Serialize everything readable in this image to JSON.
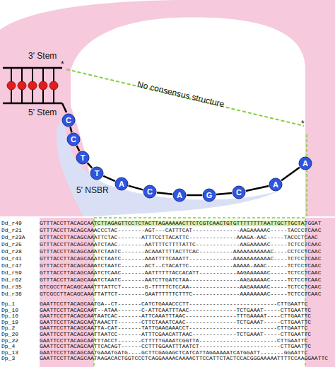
{
  "diagram": {
    "nodes": [
      {
        "text": [
          "C"
        ]
      },
      {
        "text": [
          "C"
        ]
      },
      {
        "text": [
          "T"
        ]
      },
      {
        "text": [
          "T"
        ]
      },
      {
        "text": [
          "A"
        ]
      },
      {
        "text": [
          "C"
        ]
      },
      {
        "text": [
          "A"
        ]
      },
      {
        "text": [
          "G"
        ]
      },
      {
        "text": [
          "C"
        ]
      },
      {
        "text": [
          "A"
        ]
      },
      {
        "text": [
          "A"
        ]
      }
    ],
    "edges": [
      {
        "from": 0,
        "to": 1,
        "arrow": "none"
      },
      {
        "from": 1,
        "to": 2,
        "arrow": "none"
      },
      {
        "from": 2,
        "to": 3,
        "arrow": "none"
      },
      {
        "from": 3,
        "to": 4,
        "arrow": "none"
      },
      {
        "from": 4,
        "to": 5,
        "arrow": "none"
      },
      {
        "from": 5,
        "to": 6,
        "arrow": "none"
      },
      {
        "from": 6,
        "to": 7,
        "arrow": "none"
      },
      {
        "from": 7,
        "to": 8,
        "arrow": "none"
      },
      {
        "from": 8,
        "to": 9,
        "arrow": "none"
      },
      {
        "from": 9,
        "to": 10,
        "arrow": "none"
      }
    ],
    "labels": [
      "3' Stem",
      "5' Stem",
      "No consensus structure",
      "5' NSBR",
      "*",
      "*",
      "Dd_r49",
      "GTTTACCTTACAGCAATCTTAGAGTTCCTCTACTTAGAAAAACTTCTCGTCAACTGTGTTTTTTTTAATTGCTTGCTATGGAT",
      "Dd_r21",
      "GTTTACCTTACAGCAAACCCTAC--------AGT---CATTTCAT--------------AAGAAAAAC-----TACCCTCAAC",
      "Dd_r23A",
      "GTTTACCTTACAGCAAATTCTAC-------ATTTCCTTACATTC--------------AAAGA-AAC-----TACCCTCAAC",
      "Dd_r25",
      "GTTTACCTTACAGCAAATCTAAC--------AATTTTCTTTTATTC-------------AAGAAAAAC-----TCTCCTCAAC",
      "Dd_r28",
      "GTTTACCTTACAGCAAATCTAATC-------ACAAATTTTACTTCAC----------AAAAAAAAAAAC----CCTCCTCAAC",
      "Dd_r41",
      "GTTTACCTTACAGCAAATCTAATC-------AAATTTTCAAATT-------------AAAAAAAAAAAC----TCTCCTCAAC",
      "Dd_r47",
      "GTTTACCTTACAGCAAATCTAATC-------ACT--CTACATTC-------------AAAAA-AAAC------TCTCCTCAAC",
      "Dd_r59",
      "GTTTACCTTACAGCAAATCTCAAC-------AATTTTTTACCACATT-----------AAGAAAAAAC-----TCTCCTCAAC",
      "Dd_r62",
      "GTTTACCTTACAGCAAATCTAATC-------AATCTTGATCTAA---------------AAGAAAAAC-----TCTCCTCAAC",
      "Dd_r35",
      "GTCGCCTTACAGCAAATTTATTCT-------G-TTTTTCTCCAA---------------AAGAAAAAC-----TCTCCTCAAC",
      "Dd_r36",
      "GTCGCCTTACAGCAAATTATTCT--------GAATTTTTTCTTTC--------------AAAAAAAAC-----TCTCCTCAAC",
      "Dp_1",
      "GAATTCCTTACAGCAATGA--CT-------CATCTGAAACCCTT--------------------------CTTGAATTC",
      "Dp_10",
      "GAATTCCTTACAGCAAT--ATAA-------C-ATTCAATTTAAC--------------TCTGAAAT-----CTTGAATTC",
      "Dp_16",
      "GAATTCCTTACAGCAATAATCAC-------ATTCAAATTTAAC---------------TTTGAAAAT----CTTGAATTC",
      "Dp_19",
      "GAATTCCTTACAGCAATAAACTT-------CTTCTAAATCAAC---------------TCTGAAAT-----CTTGAATTC",
      "Dp_2",
      "GAATTCCTTACAGCAATTA-CAT-------TATTGAAGAAACCT--------------------------CTTGAATTC",
      "Dp_20",
      "GAATTCCTTACAGCAATTAATCC-------ATTTCGAACATTAAC-------------TCTGAAAT-----CTTGAATTC",
      "Dp_22",
      "GAATTCCTTACAGCAATTTACCT-------CTTTTTGAAATCGGTTA-----------------------CTTGAATTC",
      "Dp_4",
      "GAATTCCTTACAGCAATTCACAGT------CCTTTGGAATTTAATCT------------------------CTTGAATTC",
      "Dp_13",
      "GAATTCCTTACAGCAATGAAATGATG----GCTTCGAGAGCTCATCATTAGAAAAATCATGGATT-------GGAATTC",
      "Dp_3",
      "GAATTCCTTACAGCAATAAGACACTGGTCCCTCAGGAAAACAAAACTTCCATTCTACTCCACGGGAAAAATTTTCCAAGGAATTC"
    ]
  }
}
